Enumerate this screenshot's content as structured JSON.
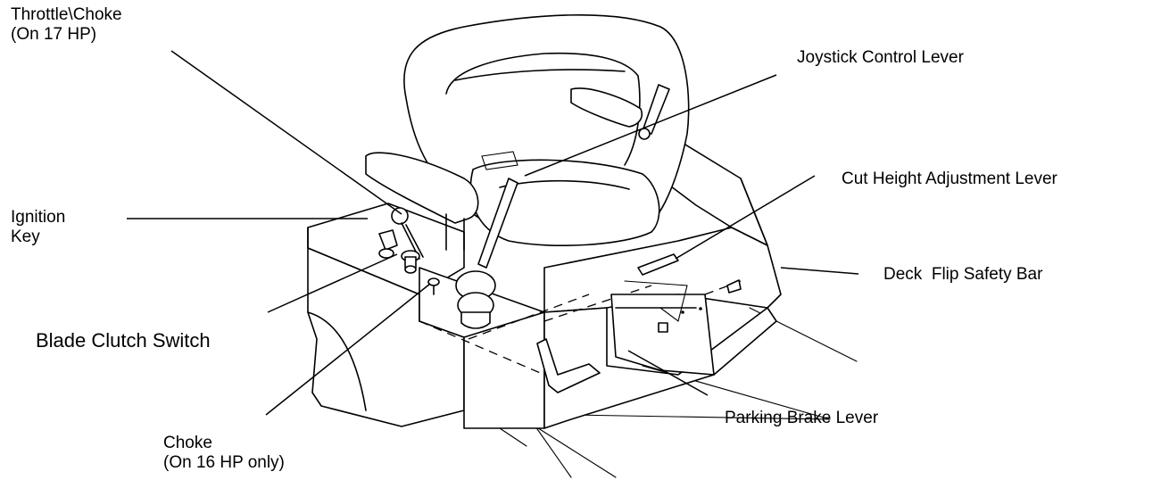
{
  "labels": {
    "throttle_choke": {
      "line1": "Throttle\\Choke",
      "line2": "(On 17 HP)"
    },
    "ignition_key": {
      "line1": "Ignition",
      "line2": "Key"
    },
    "blade_clutch_switch": "Blade Clutch Switch",
    "choke": {
      "line1": "Choke",
      "line2": "(On 16 HP only)"
    },
    "joystick_control_lever": "Joystick Control Lever",
    "cut_height_adjustment_lever": "Cut Height Adjustment Lever",
    "deck_flip_safety_bar": "Deck  Flip Safety Bar",
    "parking_brake_lever": "Parking Brake Lever"
  },
  "illustration": {
    "subject": "riding-mower-operator-station",
    "line_color": "#000000",
    "background_color": "#ffffff"
  }
}
